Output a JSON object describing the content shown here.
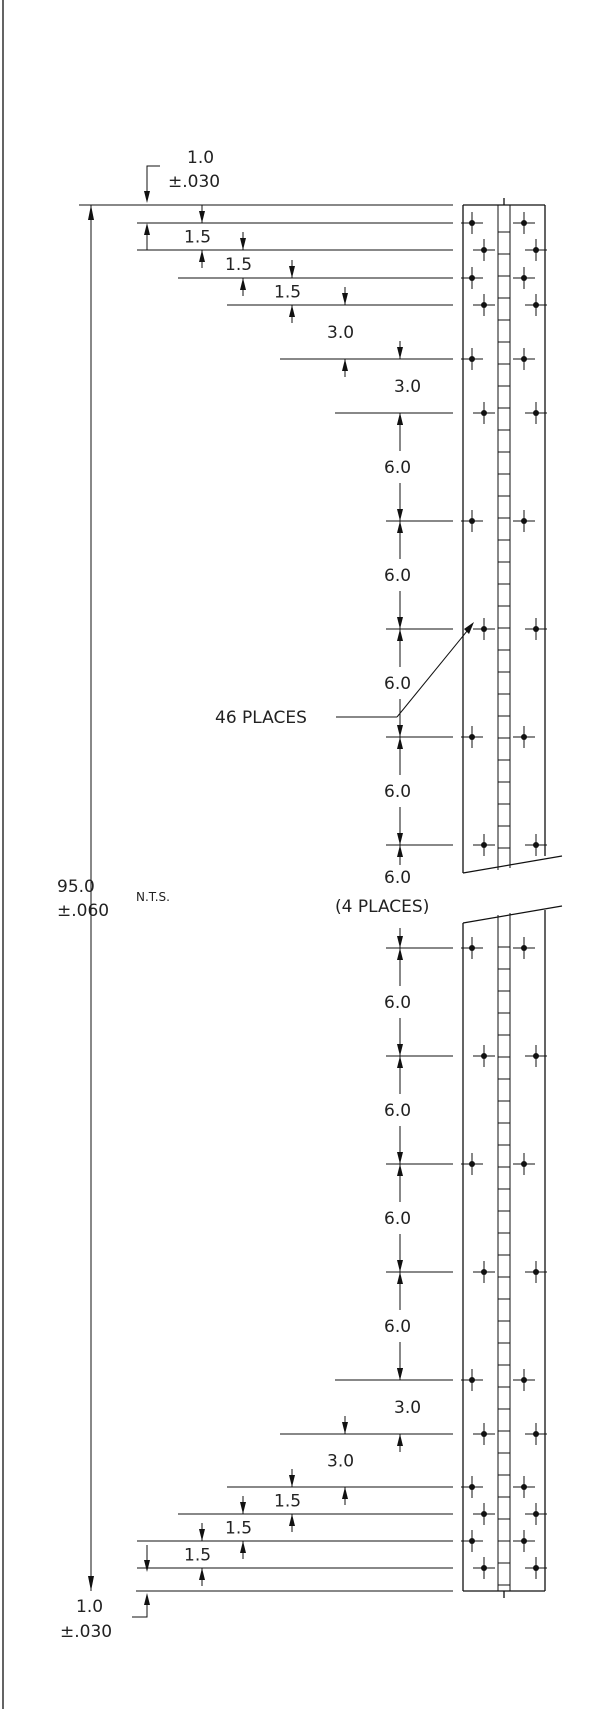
{
  "drawing": {
    "overall_length": "95.0",
    "overall_tolerance": "±.060",
    "nts_note": "N.T.S.",
    "hole_callout": "46 PLACES",
    "break_note": "(4 PLACES)",
    "top_end_value": "1.0",
    "top_end_tolerance": "±.030",
    "bottom_end_value": "1.0",
    "bottom_end_tolerance": "±.030",
    "top_dims": [
      "1.5",
      "1.5",
      "1.5",
      "3.0",
      "3.0"
    ],
    "top_pitch_dims": [
      "6.0",
      "6.0",
      "6.0",
      "6.0",
      "6.0"
    ],
    "bottom_pitch_dims": [
      "6.0",
      "6.0",
      "6.0",
      "6.0"
    ],
    "bottom_dims": [
      "3.0",
      "3.0",
      "1.5",
      "1.5",
      "1.5"
    ]
  },
  "colors": {
    "line": "#111111",
    "background": "#ffffff"
  }
}
